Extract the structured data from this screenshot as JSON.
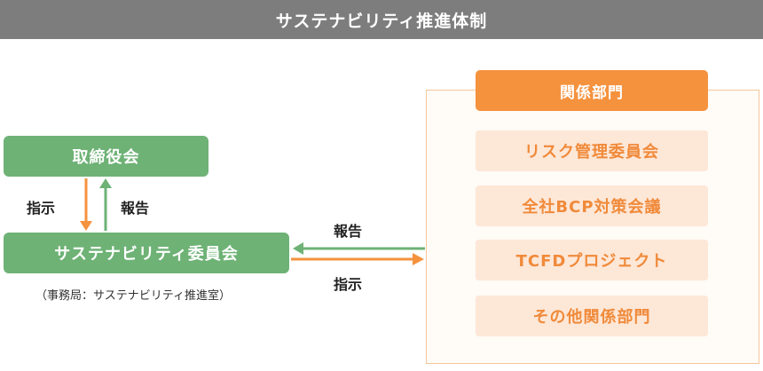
{
  "header": {
    "title": "サステナビリティ推進体制"
  },
  "board": {
    "label": "取締役会"
  },
  "committee": {
    "label": "サステナビリティ委員会",
    "note": "（事務局：サステナビリティ推進室）"
  },
  "vertical_arrows": {
    "down_label": "指示",
    "up_label": "報告"
  },
  "horizontal_arrows": {
    "left_label": "報告",
    "right_label": "指示"
  },
  "departments": {
    "header": "関係部門",
    "items": [
      {
        "label": "リスク管理委員会"
      },
      {
        "label": "全社BCP対策会議"
      },
      {
        "label": "TCFDプロジェクト"
      },
      {
        "label": "その他関係部門"
      }
    ]
  },
  "colors": {
    "green": "#6eb276",
    "orange": "#f5923e",
    "dept_bg": "#fde7d7",
    "dept_text": "#f08a3a",
    "header_gray": "#7d7d7d"
  }
}
